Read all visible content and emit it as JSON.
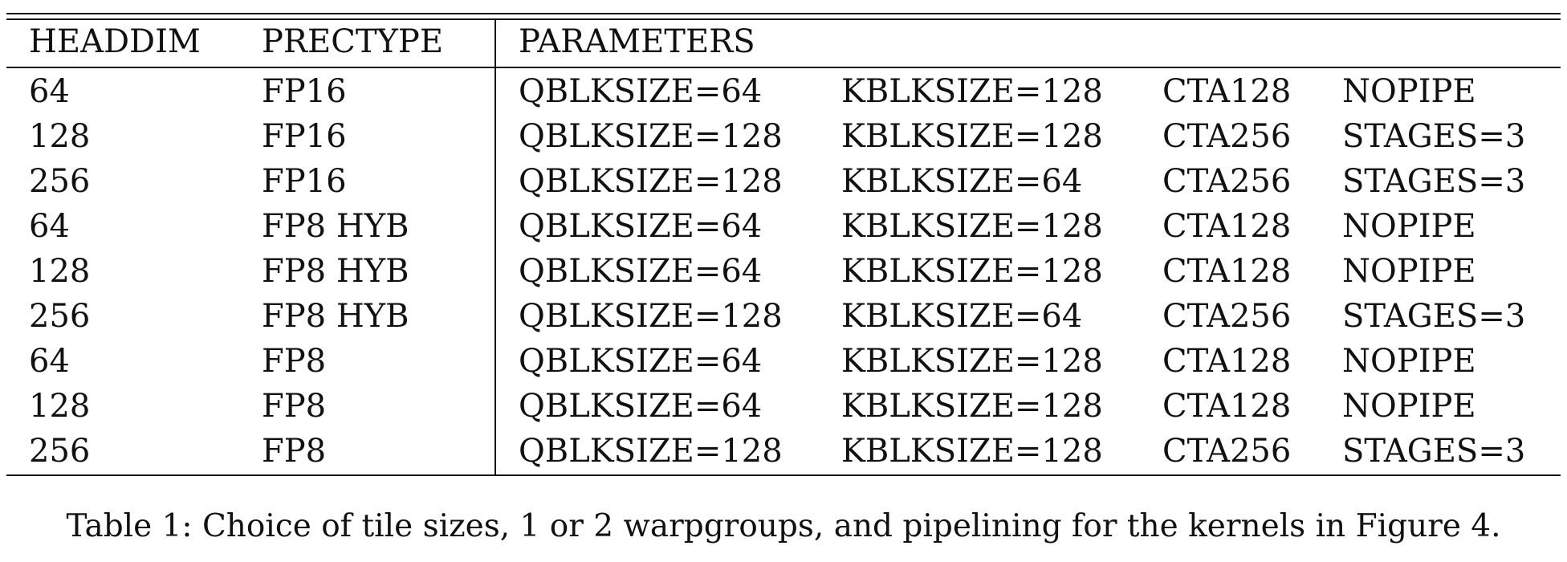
{
  "table": {
    "headers": [
      "HEADDIM",
      "PRECTYPE",
      "PARAMETERS"
    ],
    "rows": [
      [
        "64",
        "FP16",
        "QBLKSIZE=64",
        "KBLKSIZE=128",
        "CTA128",
        "NOPIPE"
      ],
      [
        "128",
        "FP16",
        "QBLKSIZE=128",
        "KBLKSIZE=128",
        "CTA256",
        "STAGES=3"
      ],
      [
        "256",
        "FP16",
        "QBLKSIZE=128",
        "KBLKSIZE=64",
        "CTA256",
        "STAGES=3"
      ],
      [
        "64",
        "FP8 HYB",
        "QBLKSIZE=64",
        "KBLKSIZE=128",
        "CTA128",
        "NOPIPE"
      ],
      [
        "128",
        "FP8 HYB",
        "QBLKSIZE=64",
        "KBLKSIZE=128",
        "CTA128",
        "NOPIPE"
      ],
      [
        "256",
        "FP8 HYB",
        "QBLKSIZE=128",
        "KBLKSIZE=64",
        "CTA256",
        "STAGES=3"
      ],
      [
        "64",
        "FP8",
        "QBLKSIZE=64",
        "KBLKSIZE=128",
        "CTA128",
        "NOPIPE"
      ],
      [
        "128",
        "FP8",
        "QBLKSIZE=64",
        "KBLKSIZE=128",
        "CTA128",
        "NOPIPE"
      ],
      [
        "256",
        "FP8",
        "QBLKSIZE=128",
        "KBLKSIZE=128",
        "CTA256",
        "STAGES=3"
      ]
    ]
  },
  "caption": "Table 1: Choice of tile sizes, 1 or 2 warpgroups, and pipelining for the kernels in Figure 4."
}
